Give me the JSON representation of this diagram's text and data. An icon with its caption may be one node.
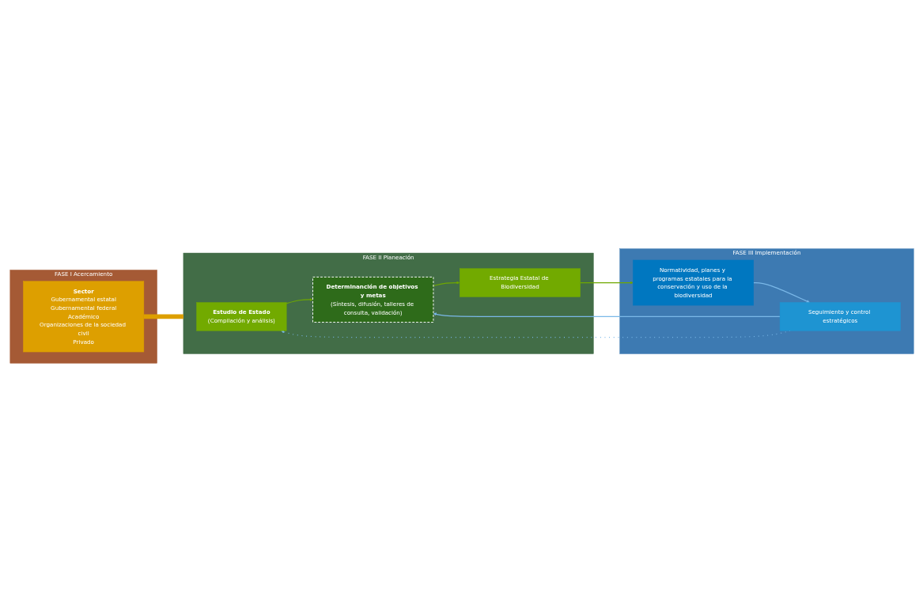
{
  "diagram": {
    "nodes": [
      {
        "text": [
          "FASE I Acercamiento"
        ]
      },
      {
        "text": [
          "Sector",
          "Gubernamental estatal",
          "Gubernamental federal",
          "Académico",
          "Organizaciones de la sociedad civil",
          "Privado"
        ],
        "in": 0
      },
      {
        "text": [
          "FASE II Planeación"
        ]
      },
      {
        "text": [
          "Estudio de Estado",
          "(Compilación y análisis)"
        ],
        "in": 2
      },
      {
        "text": [
          "Determinanción de objetivos y metas",
          "(Síntesis, difusión, talleres de consulta, validación)"
        ],
        "in": 2
      },
      {
        "text": [
          "Estrategia Estatal de Biodiversidad"
        ],
        "in": 2
      },
      {
        "text": [
          "FASE III Implementación"
        ]
      },
      {
        "text": [
          "Seguimiento y control estratégicos"
        ],
        "in": 6
      },
      {
        "text": [
          "Normatividad, planes y programas estatales para la conservación y uso de la biodiversidad"
        ],
        "in": 6
      }
    ],
    "edges": [
      {
        "from": 1,
        "to": 2,
        "arrow": "none",
        "style": "thick",
        "color": "#dd9f00"
      },
      {
        "from": 3,
        "to": 4,
        "arrow": "to",
        "color": "#6fa800"
      },
      {
        "from": 4,
        "to": 5,
        "arrow": "to",
        "color": "#6fa800"
      },
      {
        "from": 5,
        "to": 8,
        "arrow": "to",
        "color": "#6fa800"
      },
      {
        "from": 8,
        "to": 7,
        "arrow": "to",
        "color": "#7ab8e8"
      },
      {
        "from": 7,
        "to": 4,
        "arrow": "to",
        "color": "#7ab8e8"
      },
      {
        "from": 7,
        "to": 3,
        "arrow": "to",
        "style": "dashed",
        "color": "#7ab8e8"
      }
    ]
  }
}
